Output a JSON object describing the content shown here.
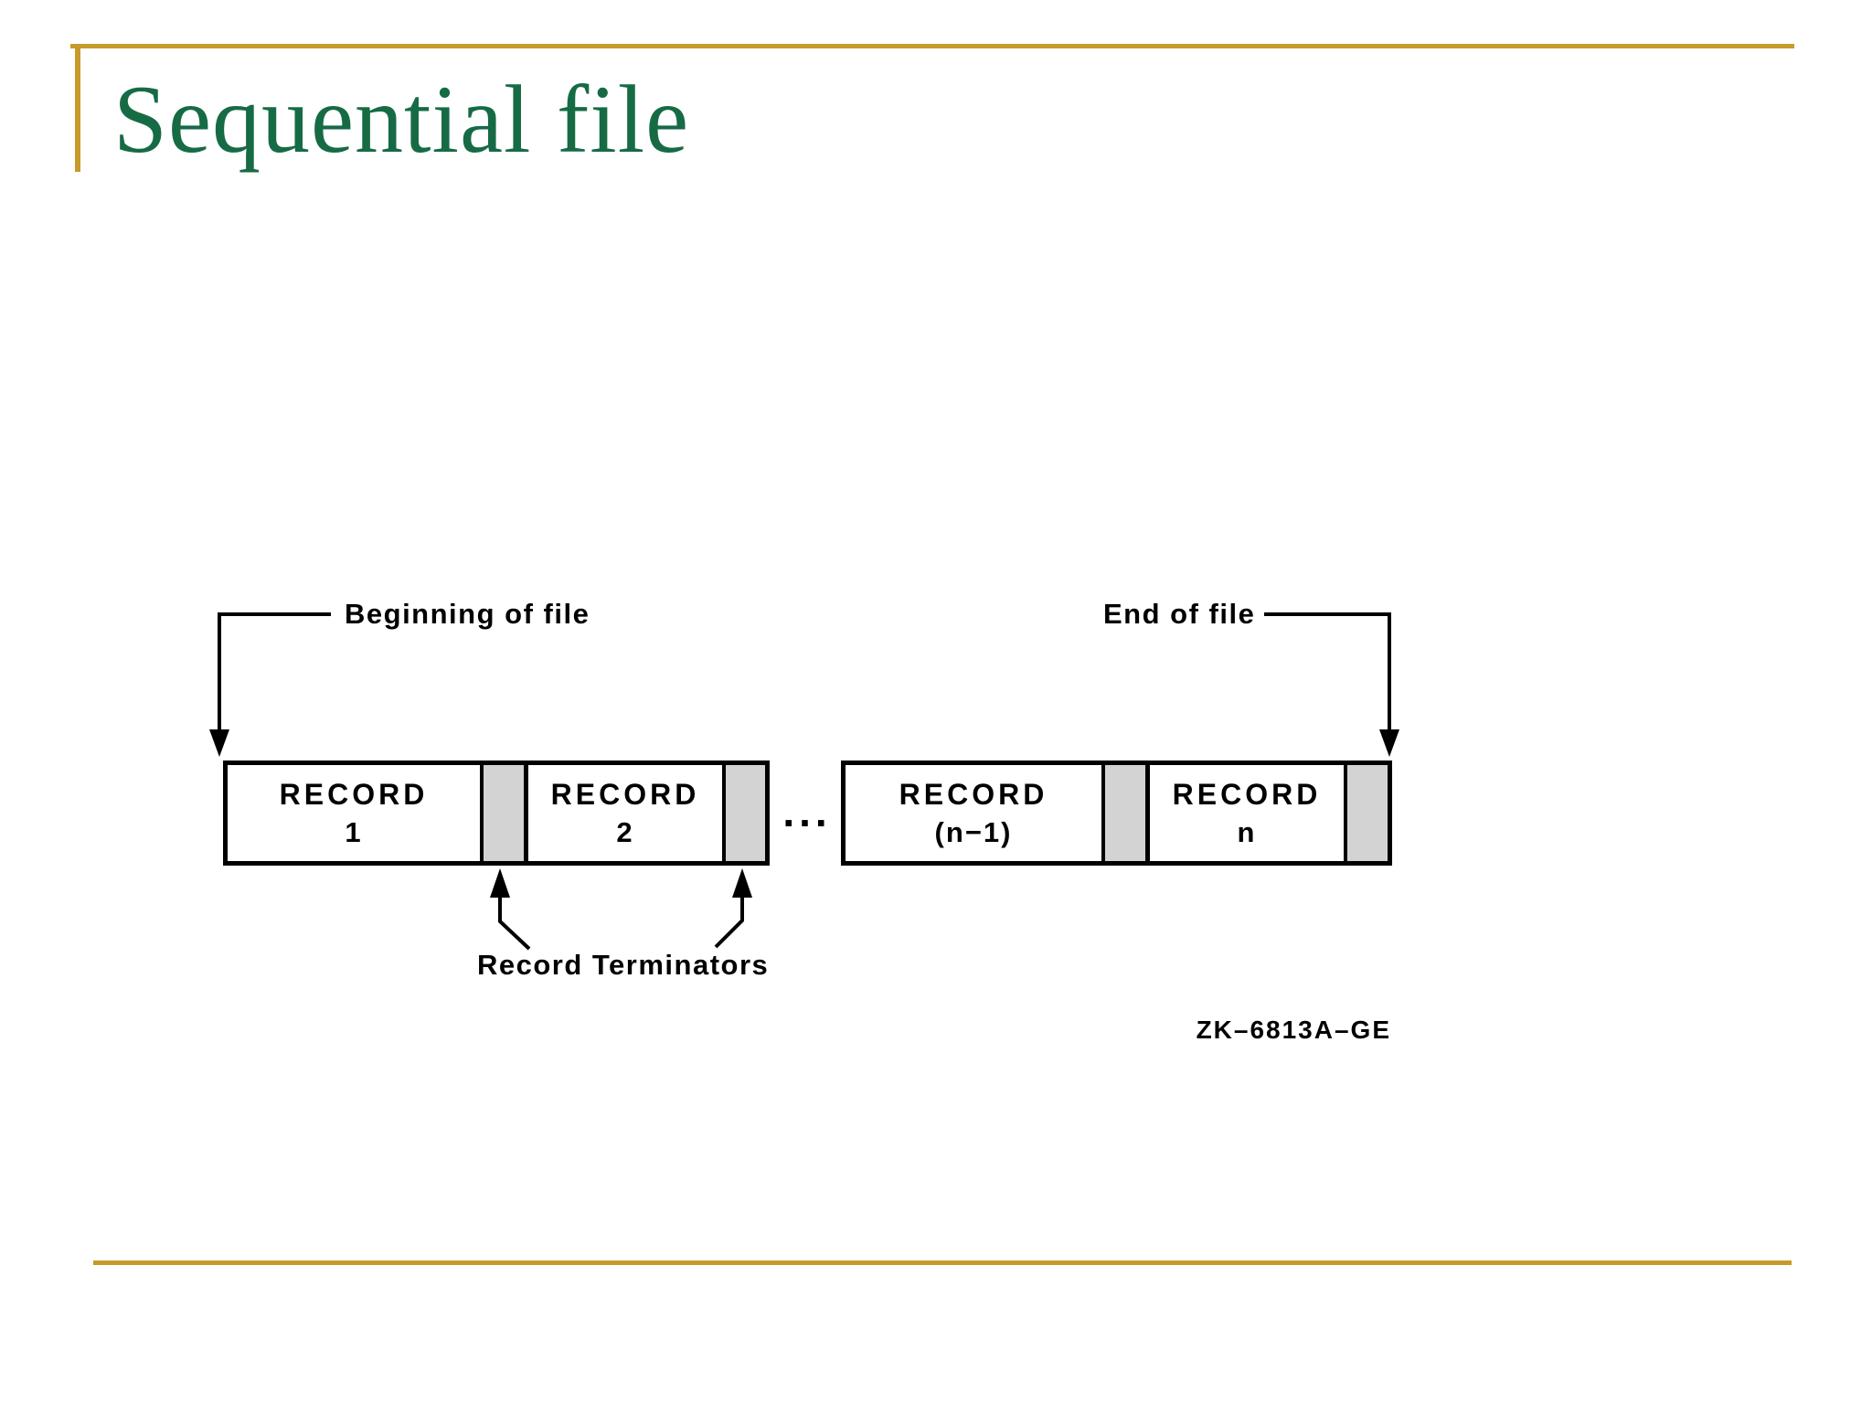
{
  "slide": {
    "title": "Sequential file",
    "figure_caption": "ZK–6813A–GE"
  },
  "diagram": {
    "beginning_label": "Beginning of file",
    "end_label": "End of file",
    "terminators_label": "Record Terminators",
    "ellipsis": "...",
    "records": [
      {
        "line1": "RECORD",
        "line2": "1"
      },
      {
        "line1": "RECORD",
        "line2": "2"
      },
      {
        "line1": "RECORD",
        "line2": "(n−1)"
      },
      {
        "line1": "RECORD",
        "line2": "n"
      }
    ],
    "colors": {
      "accent_gold": "#C79A2B",
      "title_green": "#166B45",
      "terminator_gray": "#D3D3D3",
      "line_black": "#000000"
    }
  }
}
